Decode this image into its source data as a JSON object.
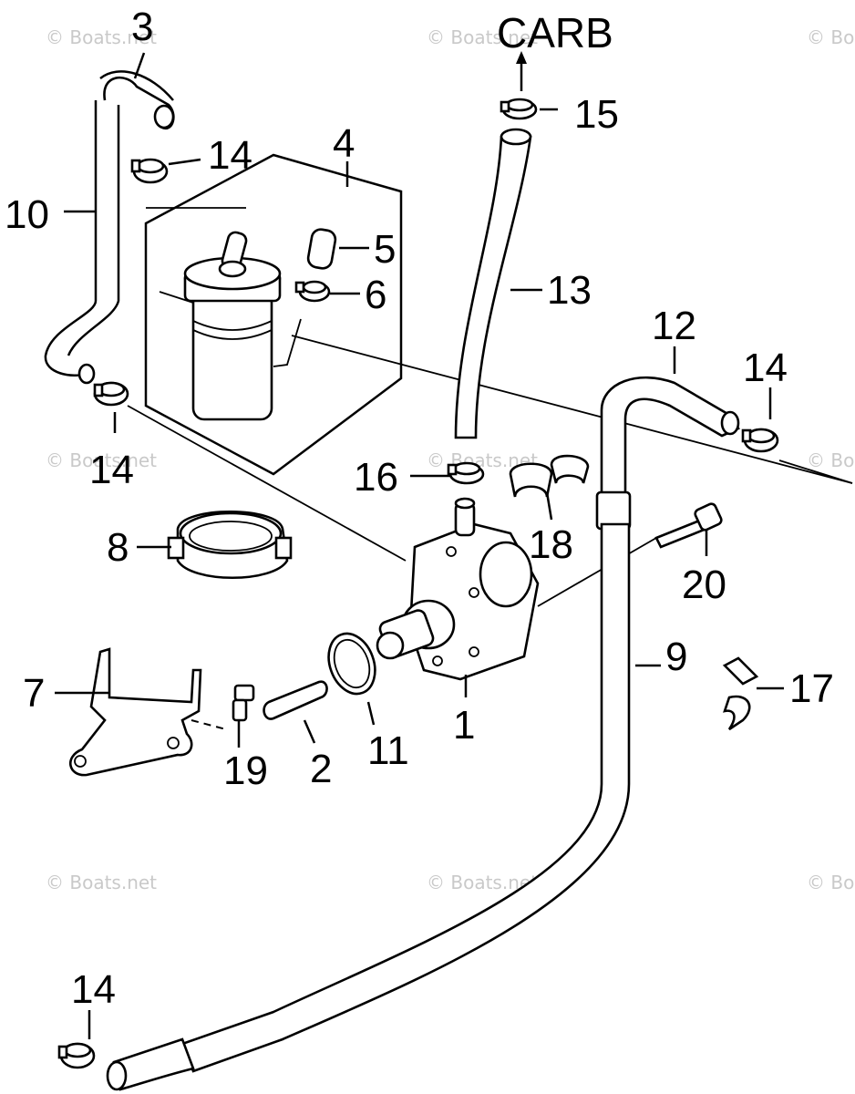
{
  "watermarks": [
    "© Boats.net",
    "© Boats.net",
    "© Bo",
    "© Boats.net",
    "© Boats.net",
    "© Bo",
    "© Boats.net",
    "© Boats.net",
    "© Bo"
  ],
  "destination_label": "CARB",
  "callouts": {
    "c1": "1",
    "c2": "2",
    "c3": "3",
    "c4": "4",
    "c5": "5",
    "c6": "6",
    "c7": "7",
    "c8": "8",
    "c9": "9",
    "c10": "10",
    "c11": "11",
    "c12": "12",
    "c13": "13",
    "c14a": "14",
    "c14b": "14",
    "c14c": "14",
    "c14d": "14",
    "c15": "15",
    "c16": "16",
    "c17": "17",
    "c18": "18",
    "c19": "19",
    "c20": "20"
  }
}
